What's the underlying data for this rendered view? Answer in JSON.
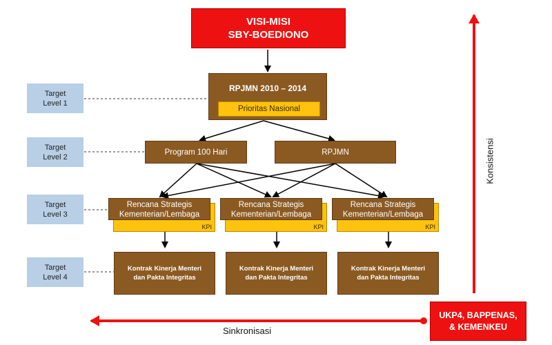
{
  "vision": {
    "line1": "VISI-MISI",
    "line2": "SBY-BOEDIONO"
  },
  "rpjmn_2010": {
    "title": "RPJMN 2010 – 2014",
    "priority": "Prioritas Nasional"
  },
  "level2": {
    "program100": "Program 100 Hari",
    "rpjmn": "RPJMN"
  },
  "renstra": [
    {
      "line1": "Rencana Strategis",
      "line2": "Kementerian/Lembaga",
      "kpi": "KPI"
    },
    {
      "line1": "Rencana Strategis",
      "line2": "Kementerian/Lembaga",
      "kpi": "KPI"
    },
    {
      "line1": "Rencana Strategis",
      "line2": "Kementerian/Lembaga",
      "kpi": "KPI"
    }
  ],
  "kontrak": [
    {
      "line1": "Kontrak Kinerja Menteri",
      "line2": "dan Pakta Integritas"
    },
    {
      "line1": "Kontrak Kinerja Menteri",
      "line2": "dan Pakta Integritas"
    },
    {
      "line1": "Kontrak Kinerja Menteri",
      "line2": "dan Pakta Integritas"
    }
  ],
  "targets": [
    {
      "line1": "Target",
      "line2": "Level 1"
    },
    {
      "line1": "Target",
      "line2": "Level 2"
    },
    {
      "line1": "Target",
      "line2": "Level 3"
    },
    {
      "line1": "Target",
      "line2": "Level 4"
    }
  ],
  "ukp4": {
    "line1": "UKP4, BAPPENAS,",
    "line2": "& KEMENKEU"
  },
  "labels": {
    "konsistensi": "Konsistensi",
    "sinkronisasi": "Sinkronisasi"
  },
  "colors": {
    "red": "#ee1111",
    "brown": "#8b5a22",
    "yellow": "#ffc20e",
    "blue": "#b8cfe5"
  }
}
